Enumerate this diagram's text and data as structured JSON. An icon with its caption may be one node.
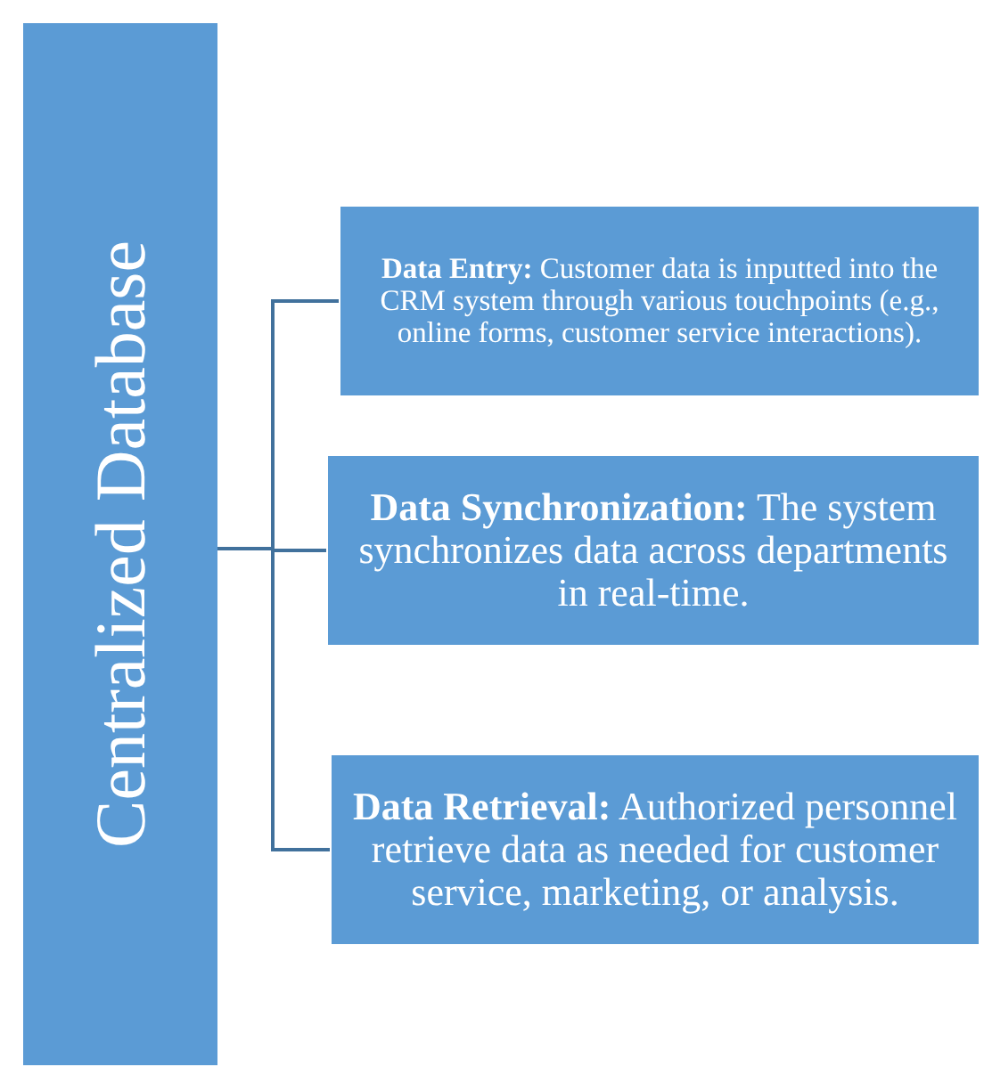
{
  "diagram": {
    "nodes": [
      {
        "text": [
          "Centralized Database"
        ]
      },
      {
        "text": [
          "**Data Entry:** Customer data is inputted into the CRM system through various touchpoints (e.g., online forms, customer service interactions)."
        ]
      },
      {
        "text": [
          "**Data Synchronization:** The system synchronizes data across departments in real-time."
        ]
      },
      {
        "text": [
          "**Data Retrieval:** Authorized personnel retrieve data as needed for customer service, marketing, or analysis."
        ]
      }
    ],
    "edges": [
      {
        "from": 0,
        "to": 1,
        "arrow": "none"
      },
      {
        "from": 0,
        "to": 2,
        "arrow": "none"
      },
      {
        "from": 0,
        "to": 3,
        "arrow": "none"
      }
    ]
  }
}
